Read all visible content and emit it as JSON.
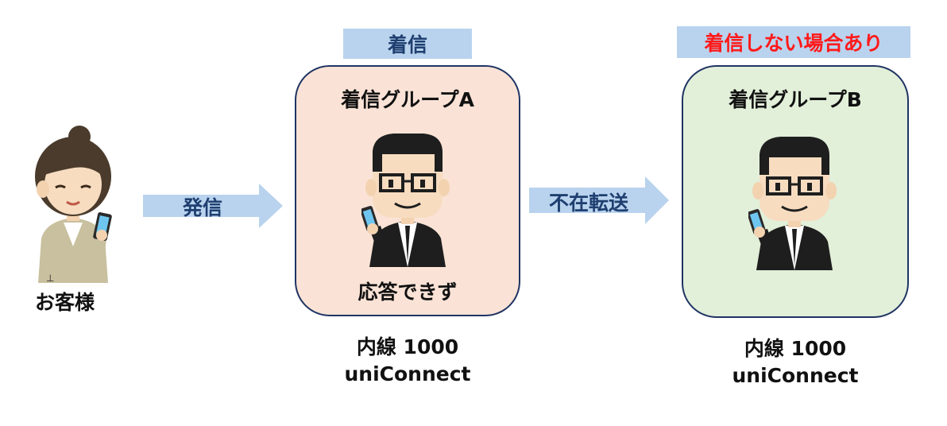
{
  "customer": {
    "label": "お客様"
  },
  "arrows": {
    "call": "発信",
    "forward": "不在転送"
  },
  "group_a": {
    "tag": "着信",
    "title": "着信グループA",
    "status": "応答できず",
    "extension": "内線 1000",
    "app": "uniConnect",
    "fill": "#fae3d6"
  },
  "group_b": {
    "tag": "着信しない場合あり",
    "title": "着信グループB",
    "extension": "内線 1000",
    "app": "uniConnect",
    "fill": "#e2efd9"
  },
  "colors": {
    "tag_bg": "#b9d3ee",
    "arrow": "#b9d3ee",
    "border": "#1f3463",
    "warn": "#ff1a1a"
  }
}
